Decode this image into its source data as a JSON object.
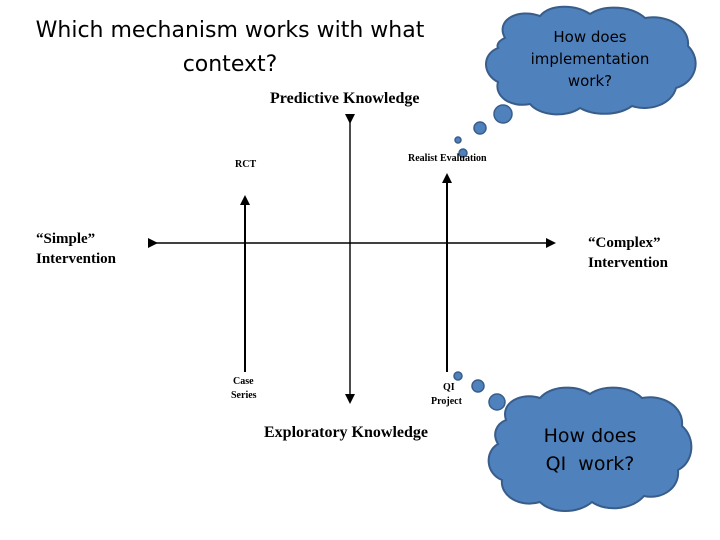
{
  "title": "Which mechanism works with what context?",
  "axes": {
    "top": "Predictive Knowledge",
    "bottom": "Exploratory Knowledge",
    "left_line1": "“Simple”",
    "left_line2": "Intervention",
    "right_line1": "“Complex”",
    "right_line2": "Intervention"
  },
  "points": {
    "rct": "RCT",
    "realist": "Realist Evaluation",
    "case_line1": "Case",
    "case_line2": "Series",
    "qi_line1": "QI",
    "qi_line2": "Project"
  },
  "bubbles": {
    "implementation": [
      "How does",
      "implementation",
      "work?"
    ],
    "qi": [
      "How does",
      "QI  work?"
    ]
  },
  "colors": {
    "cloud_fill": "#4f81bd",
    "cloud_stroke": "#385d8a",
    "line": "#000000"
  }
}
